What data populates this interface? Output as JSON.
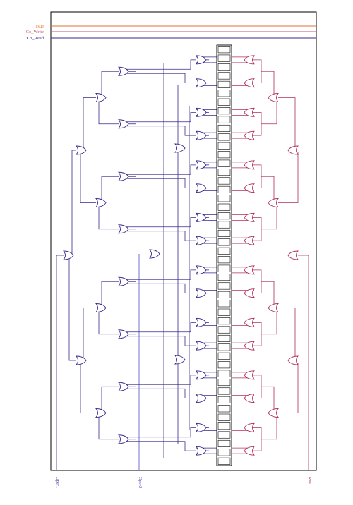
{
  "signals": {
    "items": [
      {
        "label": "Issue",
        "color": "#e07030"
      },
      {
        "label": "Co_Write",
        "color": "#c05878"
      },
      {
        "label": "Co_Read",
        "color": "#3a2a8c"
      }
    ]
  },
  "bottom_labels": {
    "oper1": "Oper1",
    "oper2": "Oper2",
    "res": "Res"
  },
  "colors": {
    "frame": "#000000",
    "left_tree": "#3a2a8c",
    "right_tree": "#b03060",
    "oper2_line": "#5050c8",
    "register": "#000000"
  },
  "register_file": {
    "cell_count": 48
  }
}
